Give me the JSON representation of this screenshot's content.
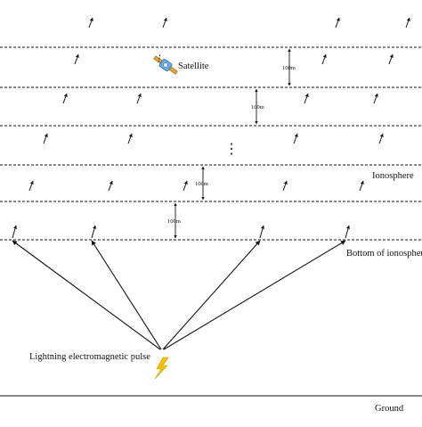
{
  "labels": {
    "satellite": "Satellite",
    "ionosphere": "Ionosphere",
    "bottom_of_ionosphere": "Bottom of ionosphere",
    "lightning_pulse": "Lightning electromagnetic pulse",
    "ground": "Ground",
    "continuation": "⋮"
  },
  "dimensions": {
    "d1": "100m",
    "d2": "100m",
    "d3": "100m",
    "d4": "100m"
  },
  "icons": {
    "satellite": "satellite-icon",
    "lightning": "lightning-bolt-icon"
  },
  "colors": {
    "lines": "#111111",
    "lightning": "#f2c200",
    "satellite_body": "#6aa9e0",
    "satellite_panel": "#e0a23a"
  }
}
